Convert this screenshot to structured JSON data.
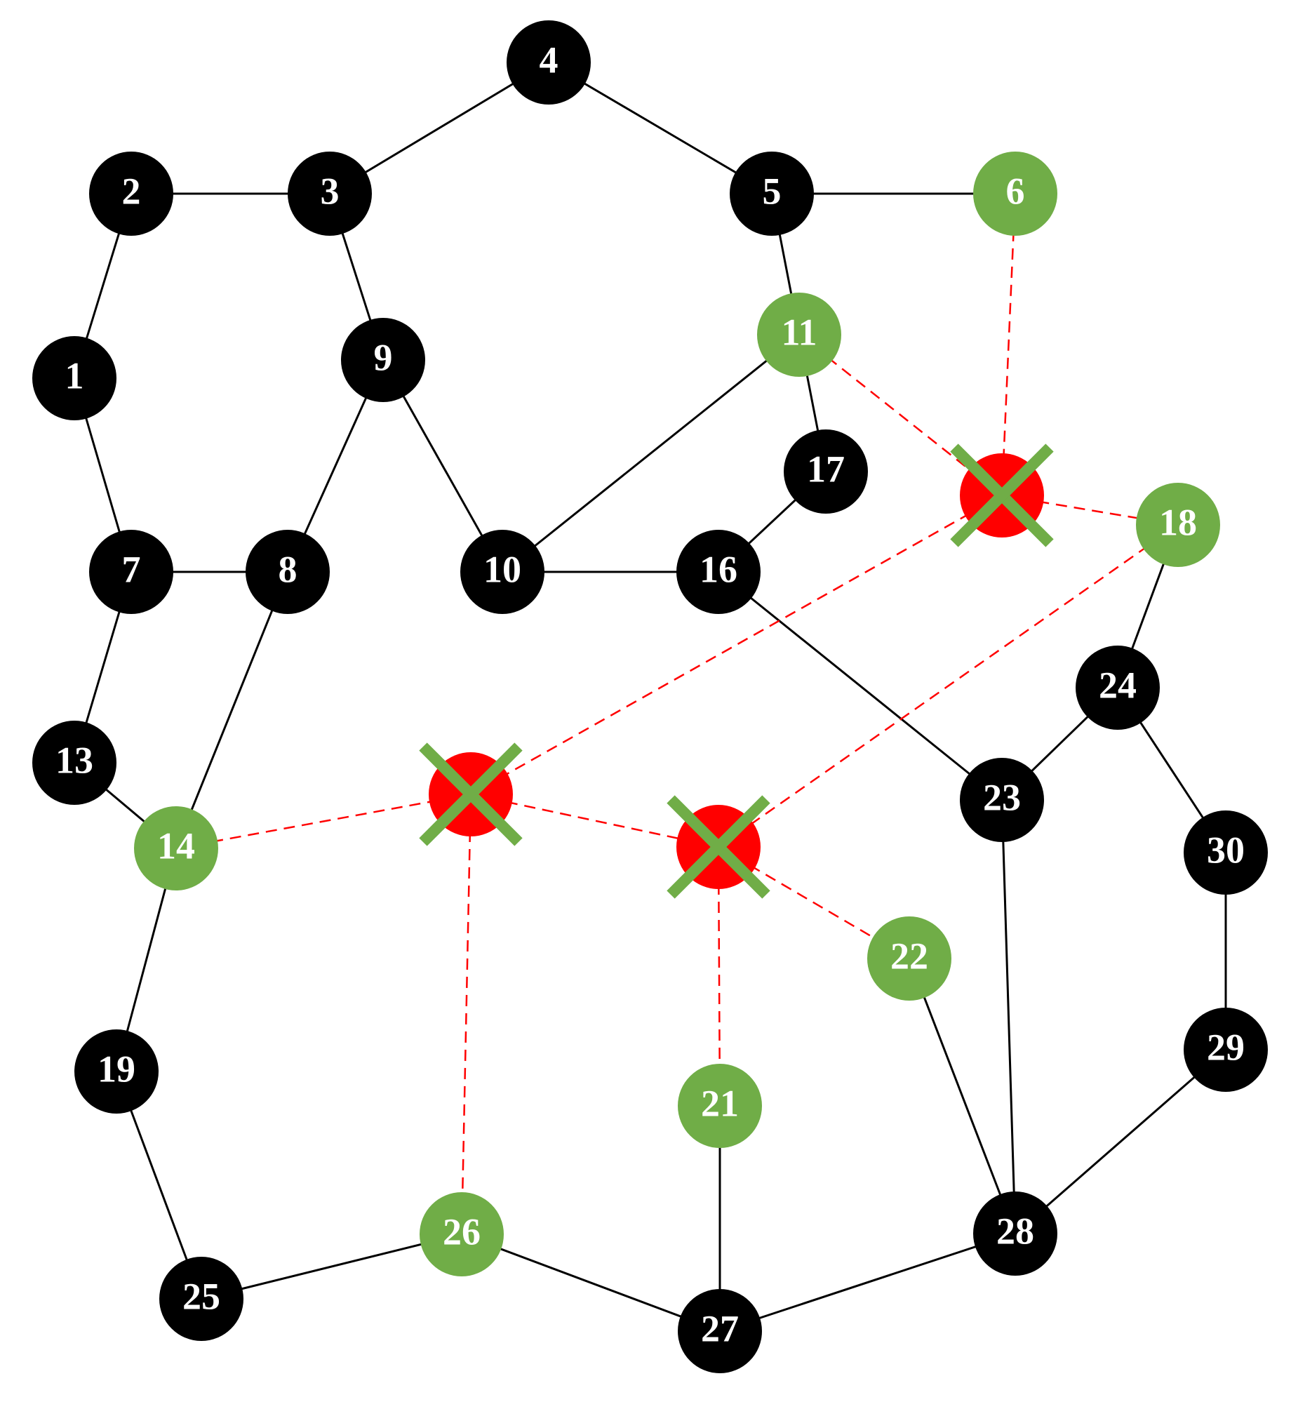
{
  "colors": {
    "normal": "#000000",
    "neighbor": "#70ad47",
    "failed": "#ff0000",
    "cross": "#70ad47",
    "edge": "#000000",
    "broken_edge": "#ff0000"
  },
  "nodes": [
    {
      "id": "1",
      "label": "1",
      "status": "normal"
    },
    {
      "id": "2",
      "label": "2",
      "status": "normal"
    },
    {
      "id": "3",
      "label": "3",
      "status": "normal"
    },
    {
      "id": "4",
      "label": "4",
      "status": "normal"
    },
    {
      "id": "5",
      "label": "5",
      "status": "normal"
    },
    {
      "id": "6",
      "label": "6",
      "status": "neighbor"
    },
    {
      "id": "7",
      "label": "7",
      "status": "normal"
    },
    {
      "id": "8",
      "label": "8",
      "status": "normal"
    },
    {
      "id": "9",
      "label": "9",
      "status": "normal"
    },
    {
      "id": "10",
      "label": "10",
      "status": "normal"
    },
    {
      "id": "11",
      "label": "11",
      "status": "neighbor"
    },
    {
      "id": "12",
      "label": "",
      "status": "failed"
    },
    {
      "id": "13",
      "label": "13",
      "status": "normal"
    },
    {
      "id": "14",
      "label": "14",
      "status": "neighbor"
    },
    {
      "id": "15",
      "label": "",
      "status": "failed"
    },
    {
      "id": "16",
      "label": "16",
      "status": "normal"
    },
    {
      "id": "17",
      "label": "17",
      "status": "normal"
    },
    {
      "id": "18",
      "label": "18",
      "status": "neighbor"
    },
    {
      "id": "19",
      "label": "19",
      "status": "normal"
    },
    {
      "id": "20",
      "label": "",
      "status": "failed"
    },
    {
      "id": "21",
      "label": "21",
      "status": "neighbor"
    },
    {
      "id": "22",
      "label": "22",
      "status": "neighbor"
    },
    {
      "id": "23",
      "label": "23",
      "status": "normal"
    },
    {
      "id": "24",
      "label": "24",
      "status": "normal"
    },
    {
      "id": "25",
      "label": "25",
      "status": "normal"
    },
    {
      "id": "26",
      "label": "26",
      "status": "neighbor"
    },
    {
      "id": "27",
      "label": "27",
      "status": "normal"
    },
    {
      "id": "28",
      "label": "28",
      "status": "normal"
    },
    {
      "id": "29",
      "label": "29",
      "status": "normal"
    },
    {
      "id": "30",
      "label": "30",
      "status": "normal"
    }
  ],
  "edges": [
    {
      "from": "1",
      "to": "2",
      "style": "solid"
    },
    {
      "from": "2",
      "to": "3",
      "style": "solid"
    },
    {
      "from": "3",
      "to": "4",
      "style": "solid"
    },
    {
      "from": "4",
      "to": "5",
      "style": "solid"
    },
    {
      "from": "5",
      "to": "6",
      "style": "solid"
    },
    {
      "from": "5",
      "to": "11",
      "style": "solid"
    },
    {
      "from": "3",
      "to": "9",
      "style": "solid"
    },
    {
      "from": "1",
      "to": "7",
      "style": "solid"
    },
    {
      "from": "7",
      "to": "8",
      "style": "solid"
    },
    {
      "from": "9",
      "to": "8",
      "style": "solid"
    },
    {
      "from": "9",
      "to": "10",
      "style": "solid"
    },
    {
      "from": "11",
      "to": "10",
      "style": "solid"
    },
    {
      "from": "11",
      "to": "17",
      "style": "solid"
    },
    {
      "from": "17",
      "to": "16",
      "style": "solid"
    },
    {
      "from": "10",
      "to": "16",
      "style": "solid"
    },
    {
      "from": "16",
      "to": "23",
      "style": "solid"
    },
    {
      "from": "7",
      "to": "13",
      "style": "solid"
    },
    {
      "from": "13",
      "to": "14",
      "style": "solid"
    },
    {
      "from": "8",
      "to": "14",
      "style": "solid"
    },
    {
      "from": "14",
      "to": "19",
      "style": "solid"
    },
    {
      "from": "19",
      "to": "25",
      "style": "solid"
    },
    {
      "from": "25",
      "to": "26",
      "style": "solid"
    },
    {
      "from": "26",
      "to": "27",
      "style": "solid"
    },
    {
      "from": "21",
      "to": "27",
      "style": "solid"
    },
    {
      "from": "27",
      "to": "28",
      "style": "solid"
    },
    {
      "from": "22",
      "to": "28",
      "style": "solid"
    },
    {
      "from": "23",
      "to": "28",
      "style": "solid"
    },
    {
      "from": "23",
      "to": "24",
      "style": "solid"
    },
    {
      "from": "18",
      "to": "24",
      "style": "solid"
    },
    {
      "from": "24",
      "to": "30",
      "style": "solid"
    },
    {
      "from": "30",
      "to": "29",
      "style": "solid"
    },
    {
      "from": "29",
      "to": "28",
      "style": "solid"
    },
    {
      "from": "6",
      "to": "12",
      "style": "dashed"
    },
    {
      "from": "11",
      "to": "12",
      "style": "dashed"
    },
    {
      "from": "12",
      "to": "18",
      "style": "dashed"
    },
    {
      "from": "12",
      "to": "20",
      "style": "dashed"
    },
    {
      "from": "18",
      "to": "15",
      "style": "dashed"
    },
    {
      "from": "14",
      "to": "20",
      "style": "dashed"
    },
    {
      "from": "20",
      "to": "15",
      "style": "dashed"
    },
    {
      "from": "20",
      "to": "26",
      "style": "dashed"
    },
    {
      "from": "15",
      "to": "22",
      "style": "dashed"
    },
    {
      "from": "15",
      "to": "21",
      "style": "dashed"
    }
  ]
}
